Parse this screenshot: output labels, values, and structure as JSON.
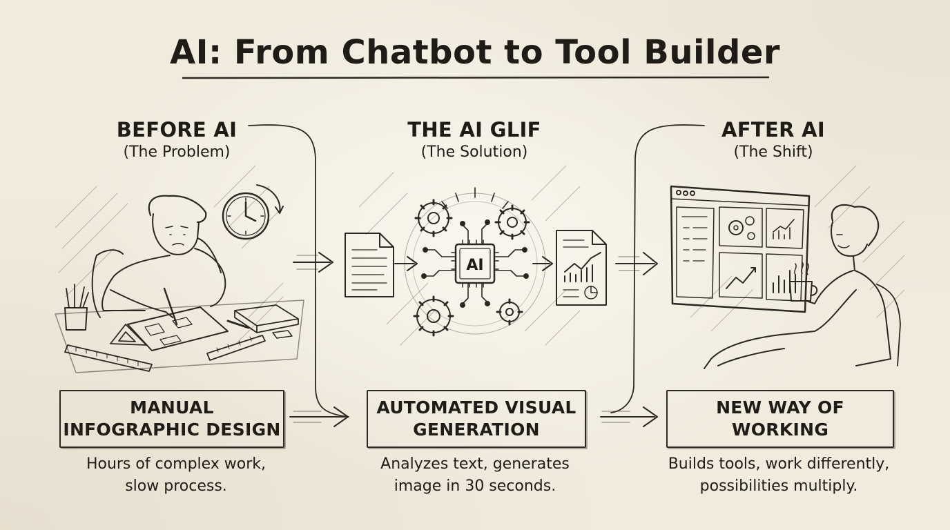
{
  "title": "AI: From Chatbot to Tool Builder",
  "columns": [
    {
      "heading": "BEFORE AI",
      "subheading": "(The Problem)",
      "box_label": "MANUAL\nINFOGRAPHIC DESIGN",
      "description": "Hours of complex work,\nslow process."
    },
    {
      "heading": "THE AI GLIF",
      "subheading": "(The Solution)",
      "box_label": "AUTOMATED VISUAL\nGENERATION",
      "description": "Analyzes text, generates\nimage in 30 seconds.",
      "chip_label": "AI"
    },
    {
      "heading": "AFTER AI",
      "subheading": "(The Shift)",
      "box_label": "NEW WAY OF\nWORKING",
      "description": "Builds tools, work differently,\npossibilities multiply."
    }
  ],
  "icons": {
    "clock": "clock-icon",
    "document": "document-icon",
    "report": "report-icon",
    "chip": "ai-chip-icon",
    "gear": "gear-icon",
    "dashboard": "dashboard-icon",
    "coffee": "coffee-cup-icon"
  },
  "colors": {
    "paper": "#f1ebde",
    "ink": "#1f1c18"
  }
}
